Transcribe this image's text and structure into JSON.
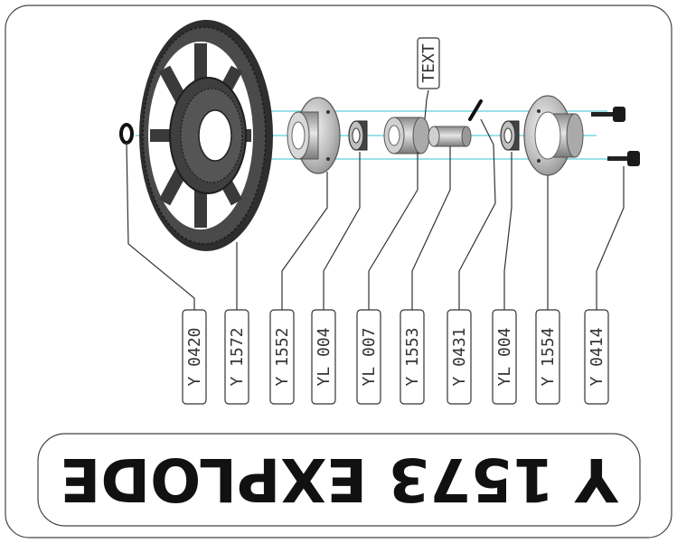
{
  "title": "Y 1573 EXPLODE",
  "text_tag": "TEXT",
  "parts": [
    {
      "id": "y-0420",
      "label": "Y 0420"
    },
    {
      "id": "y-1572",
      "label": "Y 1572"
    },
    {
      "id": "y-1552",
      "label": "Y 1552"
    },
    {
      "id": "yl-004-a",
      "label": "YL 004"
    },
    {
      "id": "yl-007",
      "label": "YL 007"
    },
    {
      "id": "y-1553",
      "label": "Y 1553"
    },
    {
      "id": "y-0431",
      "label": "Y 0431"
    },
    {
      "id": "yl-004-b",
      "label": "YL 004"
    },
    {
      "id": "y-1554",
      "label": "Y 1554"
    },
    {
      "id": "y-0414",
      "label": "Y 0414"
    }
  ],
  "colors": {
    "axis": "#5ad0dc",
    "gear": "#3c3c3c",
    "metal": "#c8c8c8",
    "outline": "#333333"
  }
}
